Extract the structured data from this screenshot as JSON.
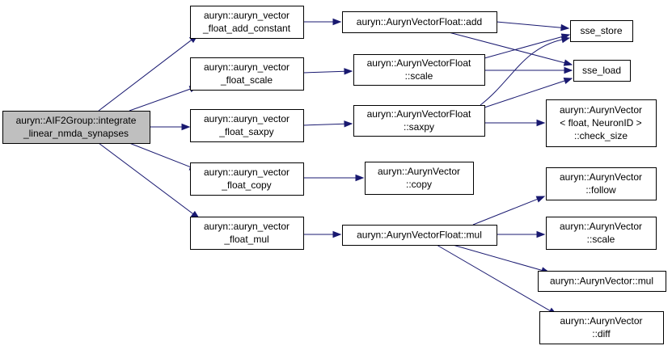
{
  "nodes": [
    {
      "id": "root",
      "lines": [
        "auryn::AIF2Group::integrate",
        "_linear_nmda_synapses"
      ],
      "root": true
    },
    {
      "id": "add_constant",
      "lines": [
        "auryn::auryn_vector",
        "_float_add_constant"
      ]
    },
    {
      "id": "vfscale",
      "lines": [
        "auryn::auryn_vector",
        "_float_scale"
      ]
    },
    {
      "id": "vfsaxpy",
      "lines": [
        "auryn::auryn_vector",
        "_float_saxpy"
      ]
    },
    {
      "id": "vfcopy",
      "lines": [
        "auryn::auryn_vector",
        "_float_copy"
      ]
    },
    {
      "id": "vfmul",
      "lines": [
        "auryn::auryn_vector",
        "_float_mul"
      ]
    },
    {
      "id": "avf_add",
      "lines": [
        "auryn::AurynVectorFloat::add"
      ]
    },
    {
      "id": "avf_scale",
      "lines": [
        "auryn::AurynVectorFloat",
        "::scale"
      ]
    },
    {
      "id": "avf_saxpy",
      "lines": [
        "auryn::AurynVectorFloat",
        "::saxpy"
      ]
    },
    {
      "id": "av_copy",
      "lines": [
        "auryn::AurynVector",
        "::copy"
      ]
    },
    {
      "id": "avf_mul",
      "lines": [
        "auryn::AurynVectorFloat::mul"
      ]
    },
    {
      "id": "sse_store",
      "lines": [
        "sse_store"
      ]
    },
    {
      "id": "sse_load",
      "lines": [
        "sse_load"
      ]
    },
    {
      "id": "check_size",
      "lines": [
        "auryn::AurynVector",
        "< float, NeuronID >",
        "::check_size"
      ]
    },
    {
      "id": "av_follow",
      "lines": [
        "auryn::AurynVector",
        "::follow"
      ]
    },
    {
      "id": "av_scale",
      "lines": [
        "auryn::AurynVector",
        "::scale"
      ]
    },
    {
      "id": "av_mul",
      "lines": [
        "auryn::AurynVector::mul"
      ]
    },
    {
      "id": "av_diff",
      "lines": [
        "auryn::AurynVector",
        "::diff"
      ]
    }
  ],
  "edges": [
    {
      "from": "root",
      "to": "add_constant"
    },
    {
      "from": "root",
      "to": "vfscale"
    },
    {
      "from": "root",
      "to": "vfsaxpy"
    },
    {
      "from": "root",
      "to": "vfcopy"
    },
    {
      "from": "root",
      "to": "vfmul"
    },
    {
      "from": "add_constant",
      "to": "avf_add"
    },
    {
      "from": "vfscale",
      "to": "avf_scale"
    },
    {
      "from": "vfsaxpy",
      "to": "avf_saxpy"
    },
    {
      "from": "vfcopy",
      "to": "av_copy"
    },
    {
      "from": "vfmul",
      "to": "avf_mul"
    },
    {
      "from": "avf_add",
      "to": "sse_store"
    },
    {
      "from": "avf_add",
      "to": "sse_load"
    },
    {
      "from": "avf_scale",
      "to": "sse_store"
    },
    {
      "from": "avf_scale",
      "to": "sse_load"
    },
    {
      "from": "avf_saxpy",
      "to": "sse_store"
    },
    {
      "from": "avf_saxpy",
      "to": "sse_load"
    },
    {
      "from": "avf_saxpy",
      "to": "check_size"
    },
    {
      "from": "avf_mul",
      "to": "av_follow"
    },
    {
      "from": "avf_mul",
      "to": "av_scale"
    },
    {
      "from": "avf_mul",
      "to": "av_mul"
    },
    {
      "from": "avf_mul",
      "to": "av_diff"
    }
  ],
  "colors": {
    "edge": "#191970",
    "root_fill": "#bfbfbf",
    "node_fill": "#ffffff",
    "node_border": "#000000"
  }
}
